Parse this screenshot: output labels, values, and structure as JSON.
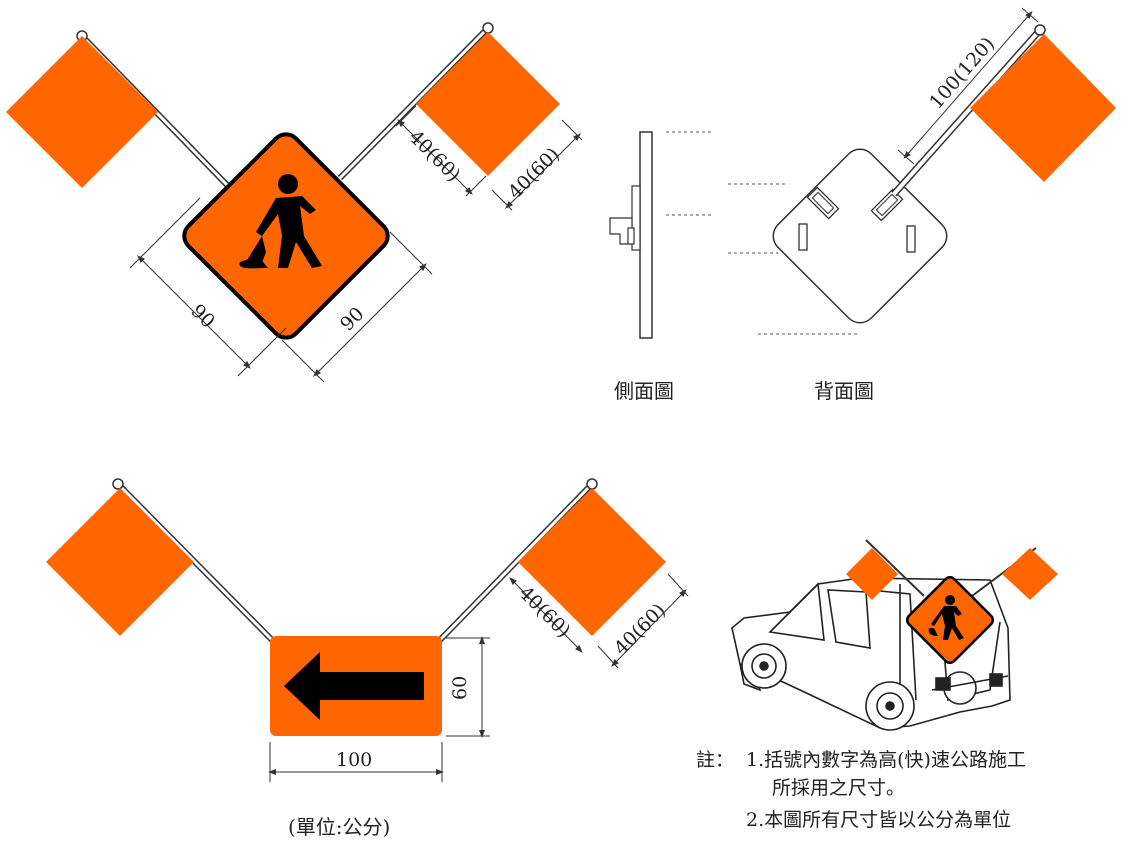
{
  "colors": {
    "flag": "#FF6600",
    "sign": "#FF6600",
    "ink": "#000000",
    "line": "#333333"
  },
  "top_sign": {
    "icon": "worker-shoveling-icon",
    "dim_flag_left": "40(60)",
    "dim_flag_right": "40(60)",
    "dim_side_left": "90",
    "dim_side_right": "90"
  },
  "side_view": {
    "label": "側面圖"
  },
  "back_view": {
    "label": "背面圖",
    "dim_pole": "100(120)"
  },
  "arrow_sign": {
    "icon": "arrow-left-icon",
    "dim_width": "100",
    "dim_height": "60",
    "dim_flag_left": "40(60)",
    "dim_flag_right": "40(60)"
  },
  "units": "(單位:公分)",
  "notes": {
    "prefix": "註：",
    "line1": "1.括號內數字為高(快)速公路施工",
    "line1b": "所採用之尺寸。",
    "line2": "2.本圖所有尺寸皆以公分為單位"
  }
}
